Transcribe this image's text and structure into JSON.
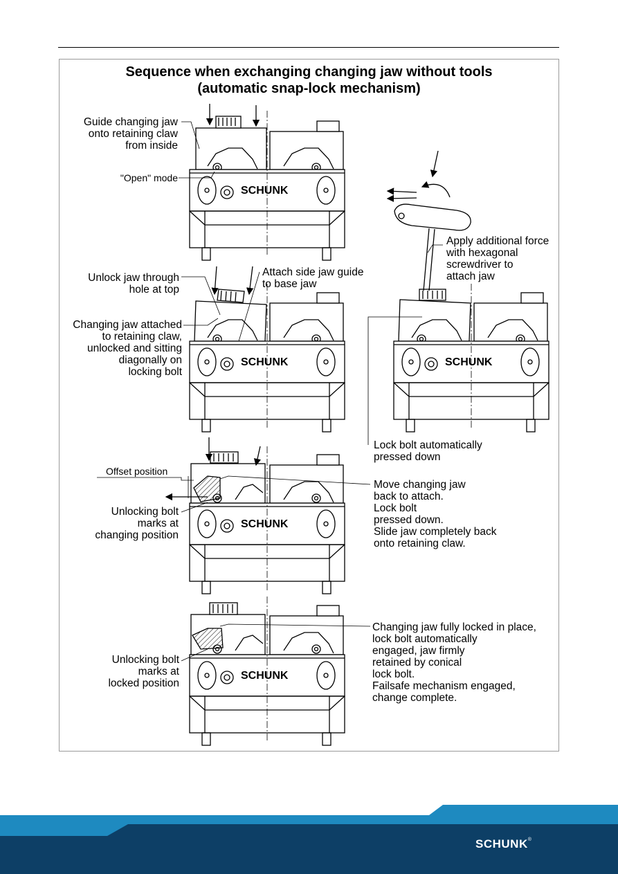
{
  "title_line1": "Sequence when exchanging changing jaw without tools",
  "title_line2": "(automatic snap-lock mechanism)",
  "brand": "SCHUNK",
  "labels": {
    "guide": "Guide changing jaw\nonto retaining claw\nfrom inside",
    "open_mode": "\"Open\" mode",
    "apply_force": "Apply additional force\nwith hexagonal\nscrewdriver to\nattach jaw",
    "unlock_top": "Unlock jaw through\nhole at top",
    "attach_side": "Attach side jaw guide\nto base jaw",
    "attached_diag": "Changing jaw attached\nto retaining claw,\nunlocked and sitting\ndiagonally on\nlocking bolt",
    "lock_pressed": "Lock bolt automatically\npressed down",
    "offset": "Offset position",
    "move_back": "Move changing jaw\nback to attach.\nLock bolt\npressed down.\nSlide jaw completely back\nonto retaining claw.",
    "marks_changing": "Unlocking bolt\nmarks at\nchanging position",
    "fully_locked": "Changing jaw fully locked in place,\nlock bolt automatically\nengaged, jaw firmly\nretained by conical\nlock bolt.\nFailsafe mechanism engaged,\nchange complete.",
    "marks_locked": "Unlocking bolt\nmarks at\nlocked position"
  },
  "colors": {
    "footer_light": "#1e8ac0",
    "footer_dark": "#0d3f66"
  }
}
